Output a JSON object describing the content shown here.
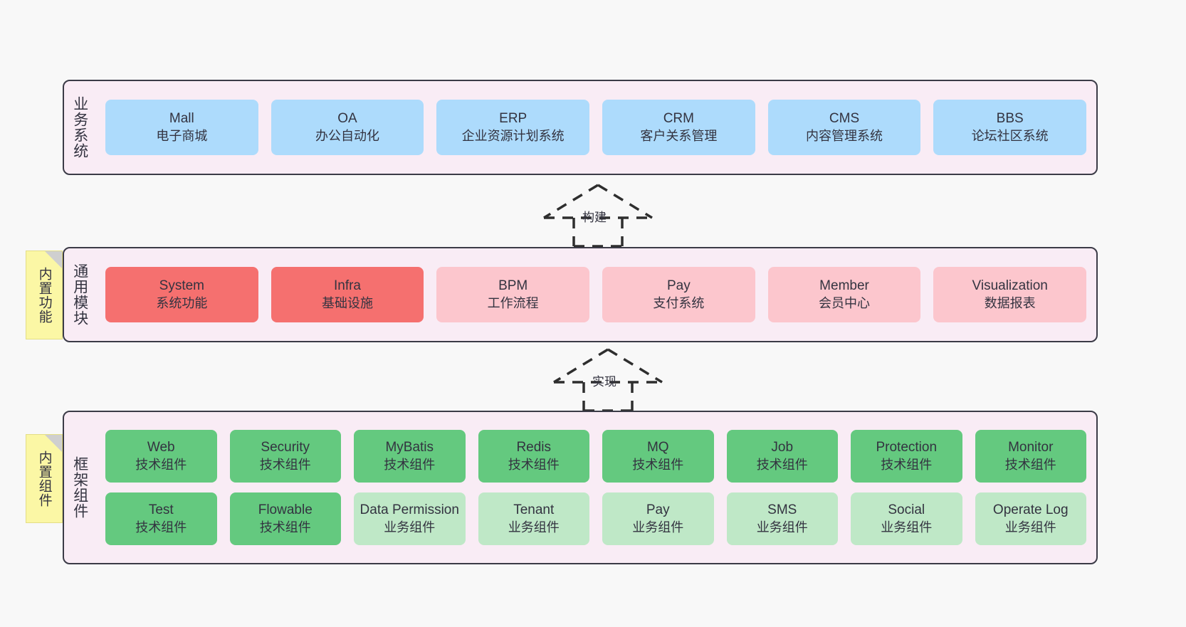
{
  "diagram": {
    "background": "#f8f8f8",
    "panel_fill": "#f9ecf5",
    "panel_border": "#3b3b47",
    "colors": {
      "business_blue": "#addbfc",
      "module_red": "#f5706f",
      "module_pink": "#fcc6cd",
      "tech_green": "#64c97f",
      "biz_lightgreen": "#bfe8c7",
      "note_yellow": "#fbf7a5",
      "note_fold": "#cfcfcf"
    }
  },
  "layers": {
    "business": {
      "title": "业务系统",
      "nodes": [
        {
          "en": "Mall",
          "cn": "电子商城"
        },
        {
          "en": "OA",
          "cn": "办公自动化"
        },
        {
          "en": "ERP",
          "cn": "企业资源计划系统"
        },
        {
          "en": "CRM",
          "cn": "客户关系管理"
        },
        {
          "en": "CMS",
          "cn": "内容管理系统"
        },
        {
          "en": "BBS",
          "cn": "论坛社区系统"
        }
      ]
    },
    "common": {
      "title": "通用模块",
      "note": "内置功能",
      "nodes": [
        {
          "en": "System",
          "cn": "系统功能",
          "tone": "red"
        },
        {
          "en": "Infra",
          "cn": "基础设施",
          "tone": "red"
        },
        {
          "en": "BPM",
          "cn": "工作流程",
          "tone": "pink"
        },
        {
          "en": "Pay",
          "cn": "支付系统",
          "tone": "pink"
        },
        {
          "en": "Member",
          "cn": "会员中心",
          "tone": "pink"
        },
        {
          "en": "Visualization",
          "cn": "数据报表",
          "tone": "pink"
        }
      ]
    },
    "framework": {
      "title": "框架组件",
      "note": "内置组件",
      "row1": [
        {
          "en": "Web",
          "cn": "技术组件",
          "tone": "green"
        },
        {
          "en": "Security",
          "cn": "技术组件",
          "tone": "green"
        },
        {
          "en": "MyBatis",
          "cn": "技术组件",
          "tone": "green"
        },
        {
          "en": "Redis",
          "cn": "技术组件",
          "tone": "green"
        },
        {
          "en": "MQ",
          "cn": "技术组件",
          "tone": "green"
        },
        {
          "en": "Job",
          "cn": "技术组件",
          "tone": "green"
        },
        {
          "en": "Protection",
          "cn": "技术组件",
          "tone": "green"
        },
        {
          "en": "Monitor",
          "cn": "技术组件",
          "tone": "green"
        }
      ],
      "row2": [
        {
          "en": "Test",
          "cn": "技术组件",
          "tone": "green"
        },
        {
          "en": "Flowable",
          "cn": "技术组件",
          "tone": "green"
        },
        {
          "en": "Data Permission",
          "cn": "业务组件",
          "tone": "lightgreen"
        },
        {
          "en": "Tenant",
          "cn": "业务组件",
          "tone": "lightgreen"
        },
        {
          "en": "Pay",
          "cn": "业务组件",
          "tone": "lightgreen"
        },
        {
          "en": "SMS",
          "cn": "业务组件",
          "tone": "lightgreen"
        },
        {
          "en": "Social",
          "cn": "业务组件",
          "tone": "lightgreen"
        },
        {
          "en": "Operate Log",
          "cn": "业务组件",
          "tone": "lightgreen"
        }
      ]
    }
  },
  "arrows": [
    {
      "id": "build",
      "label": "构建"
    },
    {
      "id": "impl",
      "label": "实现"
    }
  ]
}
